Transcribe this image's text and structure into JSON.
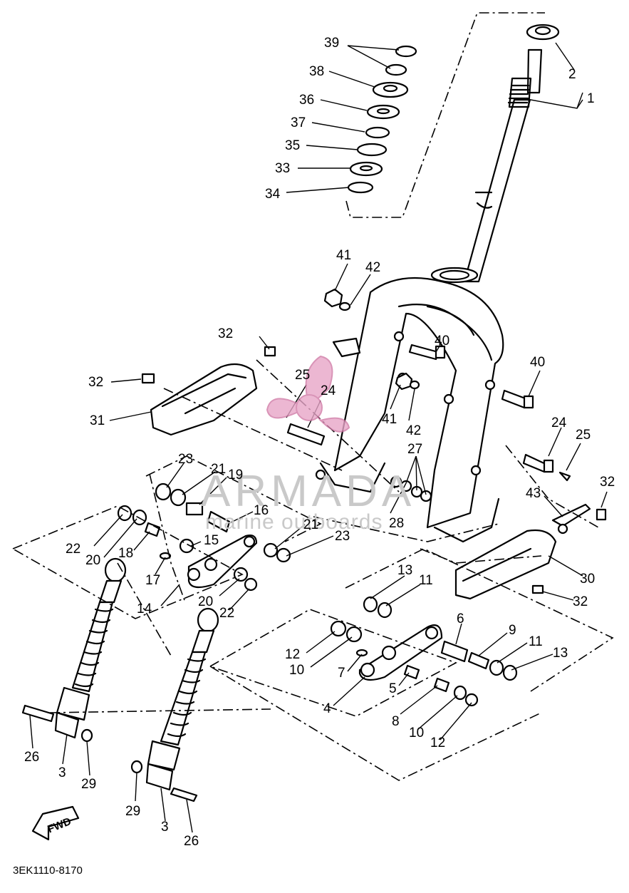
{
  "diagram": {
    "code": "3EK1110-8170",
    "fwd_badge": "FWD",
    "watermark": {
      "brand": "ARMADA",
      "tagline": "marine outboards",
      "logo_color": "#e8a6c8",
      "text_color": "#c9c9c9"
    },
    "callouts": {
      "c1": "1",
      "c2": "2",
      "c3a": "3",
      "c3b": "3",
      "c4": "4",
      "c5": "5",
      "c6": "6",
      "c7": "7",
      "c8": "8",
      "c9": "9",
      "c10a": "10",
      "c10b": "10",
      "c11a": "11",
      "c11b": "11",
      "c12a": "12",
      "c12b": "12",
      "c13a": "13",
      "c13b": "13",
      "c14": "14",
      "c15": "15",
      "c16": "16",
      "c17": "17",
      "c18": "18",
      "c19": "19",
      "c20a": "20",
      "c20b": "20",
      "c21a": "21",
      "c21b": "21",
      "c22a": "22",
      "c22b": "22",
      "c23a": "23",
      "c23b": "23",
      "c24a": "24",
      "c24b": "24",
      "c25a": "25",
      "c25b": "25",
      "c26a": "26",
      "c26b": "26",
      "c27": "27",
      "c28": "28",
      "c29a": "29",
      "c29b": "29",
      "c30": "30",
      "c31": "31",
      "c32a": "32",
      "c32b": "32",
      "c32c": "32",
      "c32d": "32",
      "c33": "33",
      "c34": "34",
      "c35": "35",
      "c36": "36",
      "c37": "37",
      "c38": "38",
      "c39": "39",
      "c40a": "40",
      "c40b": "40",
      "c41a": "41",
      "c41b": "41",
      "c42a": "42",
      "c42b": "42",
      "c43": "43"
    }
  }
}
